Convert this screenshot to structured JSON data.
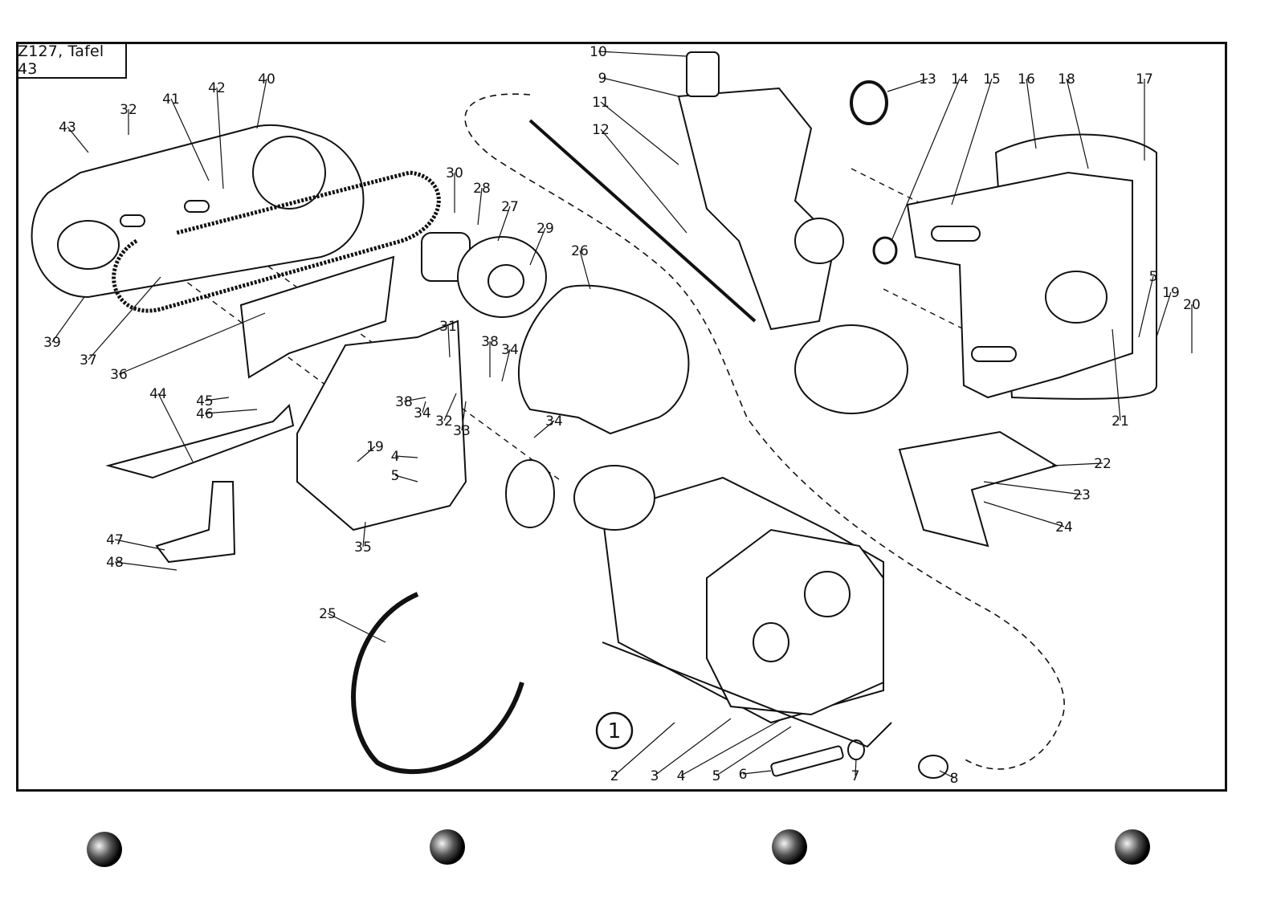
{
  "sheet_label": "Z127, Tafel 43",
  "figure_number": "1",
  "part_labels": [
    "1",
    "2",
    "3",
    "4",
    "5",
    "6",
    "7",
    "8",
    "9",
    "10",
    "11",
    "12",
    "13",
    "14",
    "15",
    "16",
    "17",
    "18",
    "19",
    "20",
    "21",
    "22",
    "23",
    "24",
    "25",
    "26",
    "27",
    "28",
    "29",
    "30",
    "31",
    "32",
    "33",
    "34",
    "35",
    "36",
    "37",
    "38",
    "39",
    "40",
    "41",
    "42",
    "43",
    "44",
    "45",
    "46",
    "47",
    "48"
  ]
}
